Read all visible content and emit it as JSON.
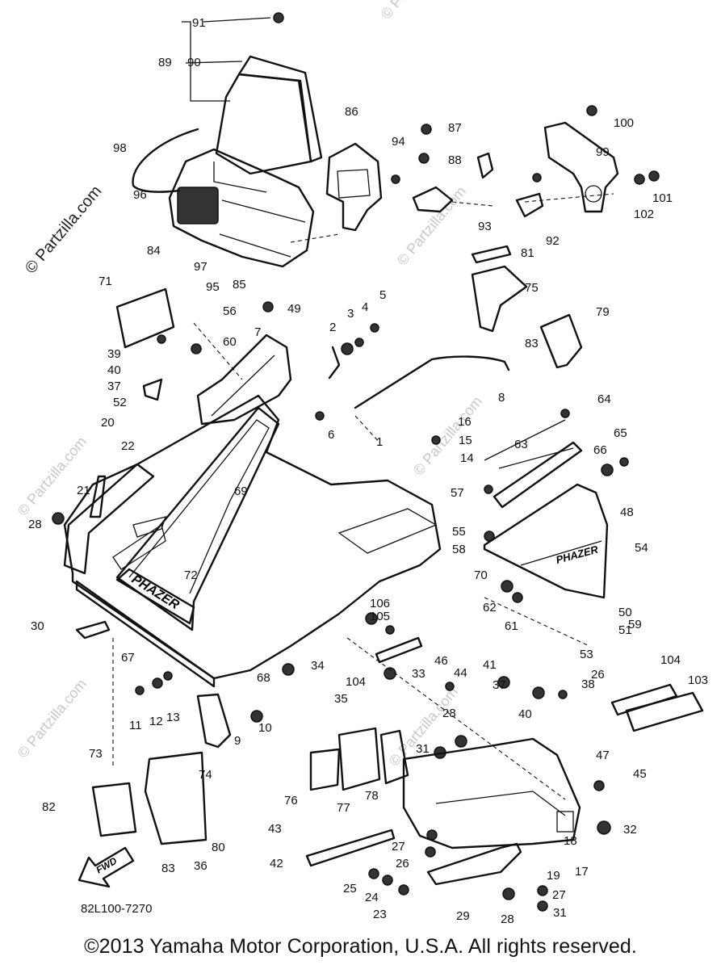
{
  "watermark": "© Partzilla.com",
  "diagram_code": "82L100-7270",
  "hood_logo": "PHAZER",
  "side_logo": "PHAZER",
  "fwd_arrow": "FWD",
  "copyright": "©2013  Yamaha Motor Corporation, U.S.A. All rights reserved.",
  "callouts": [
    "1",
    "2",
    "3",
    "4",
    "5",
    "6",
    "7",
    "8",
    "9",
    "10",
    "11",
    "12",
    "13",
    "14",
    "15",
    "16",
    "17",
    "18",
    "19",
    "20",
    "21",
    "22",
    "23",
    "24",
    "25",
    "26",
    "27",
    "28",
    "29",
    "30",
    "31",
    "32",
    "33",
    "34",
    "35",
    "36",
    "37",
    "38",
    "39",
    "40",
    "41",
    "42",
    "43",
    "44",
    "45",
    "46",
    "47",
    "48",
    "49",
    "50",
    "51",
    "52",
    "53",
    "54",
    "55",
    "56",
    "57",
    "58",
    "59",
    "60",
    "61",
    "62",
    "63",
    "64",
    "65",
    "66",
    "67",
    "68",
    "69",
    "70",
    "71",
    "72",
    "73",
    "74",
    "75",
    "76",
    "77",
    "78",
    "79",
    "80",
    "81",
    "82",
    "83",
    "84",
    "85",
    "86",
    "87",
    "88",
    "89",
    "90",
    "91",
    "92",
    "93",
    "94",
    "95",
    "96",
    "97",
    "98",
    "99",
    "100",
    "101",
    "102",
    "103",
    "104",
    "105",
    "106"
  ]
}
